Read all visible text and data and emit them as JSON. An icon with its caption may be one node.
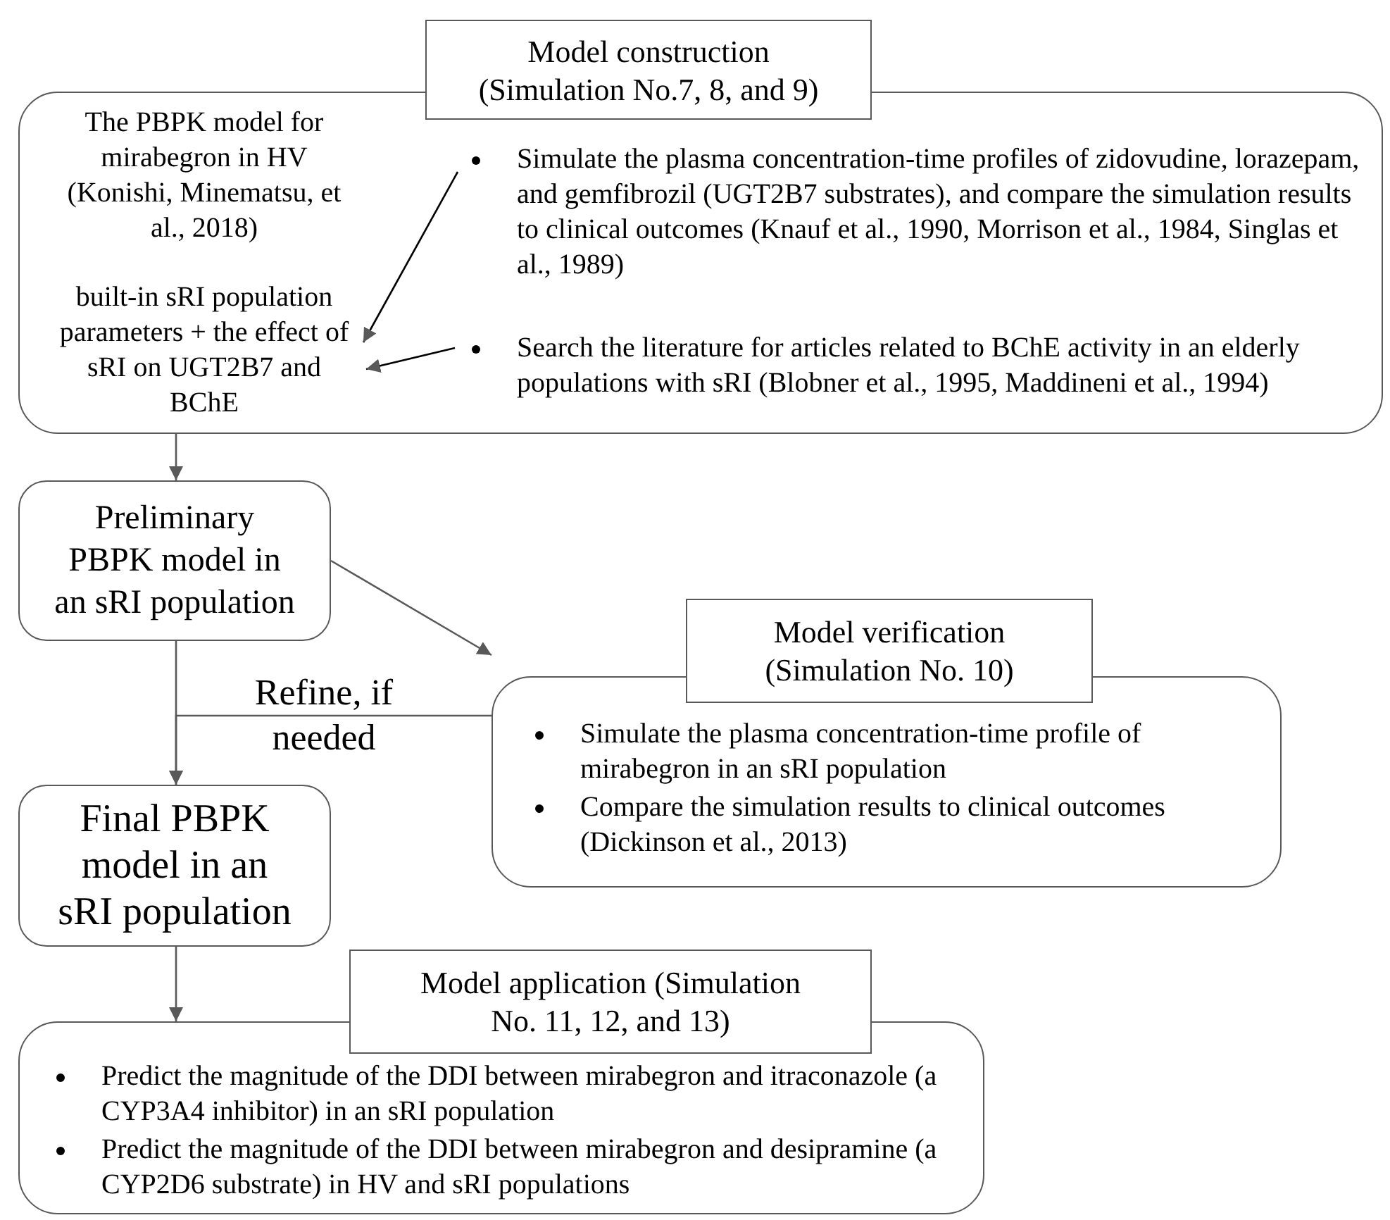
{
  "diagram": {
    "nodes": [
      {
        "text": [
          "Model construction (Simulation No.7, 8, and 9)"
        ]
      },
      {
        "text": [
          "The PBPK model for mirabegron in HV (Konishi, Minematsu, et al., 2018)"
        ],
        "in": 0
      },
      {
        "text": [
          "built-in sRI population parameters + the effect of sRI on UGT2B7 and BChE"
        ],
        "in": 0
      },
      {
        "text": [
          "Simulate the plasma concentration-time profiles of zidovudine, lorazepam, and gemfibrozil (UGT2B7 substrates), and compare the simulation results to clinical outcomes (Knauf et al., 1990, Morrison et al., 1984, Singlas et al., 1989)"
        ],
        "in": 0
      },
      {
        "text": [
          "Search the literature for articles related to BChE activity in an elderly populations with sRI (Blobner et al., 1995, Maddineni et al., 1994)"
        ],
        "in": 0
      },
      {
        "text": [
          "Preliminary PBPK model in an sRI population"
        ]
      },
      {
        "text": [
          "Model verification (Simulation No. 10)",
          "Simulate the plasma concentration-time profile of mirabegron in an sRI population",
          "Compare the simulation results to clinical outcomes (Dickinson et al., 2013)"
        ]
      },
      {
        "text": [
          "Final PBPK model in an sRI population"
        ]
      },
      {
        "text": [
          "Model application (Simulation No. 11, 12, and 13)",
          "Predict the magnitude of the DDI between mirabegron and itraconazole (a CYP3A4 inhibitor) in an sRI population",
          "Predict the magnitude of the DDI between mirabegron and desipramine (a CYP2D6 substrate) in HV and sRI populations"
        ]
      }
    ],
    "edges": [
      {
        "from": 3,
        "to": 2,
        "arrow": "to"
      },
      {
        "from": 4,
        "to": 2,
        "arrow": "to"
      },
      {
        "from": 0,
        "to": 5,
        "arrow": "to"
      },
      {
        "from": 5,
        "to": 6,
        "arrow": "to"
      },
      {
        "from": 5,
        "to": 7,
        "arrow": "to"
      },
      {
        "from": 6,
        "to": 7,
        "arrow": "to",
        "label": "Refine, if needed"
      },
      {
        "from": 7,
        "to": 8,
        "arrow": "to"
      }
    ]
  }
}
